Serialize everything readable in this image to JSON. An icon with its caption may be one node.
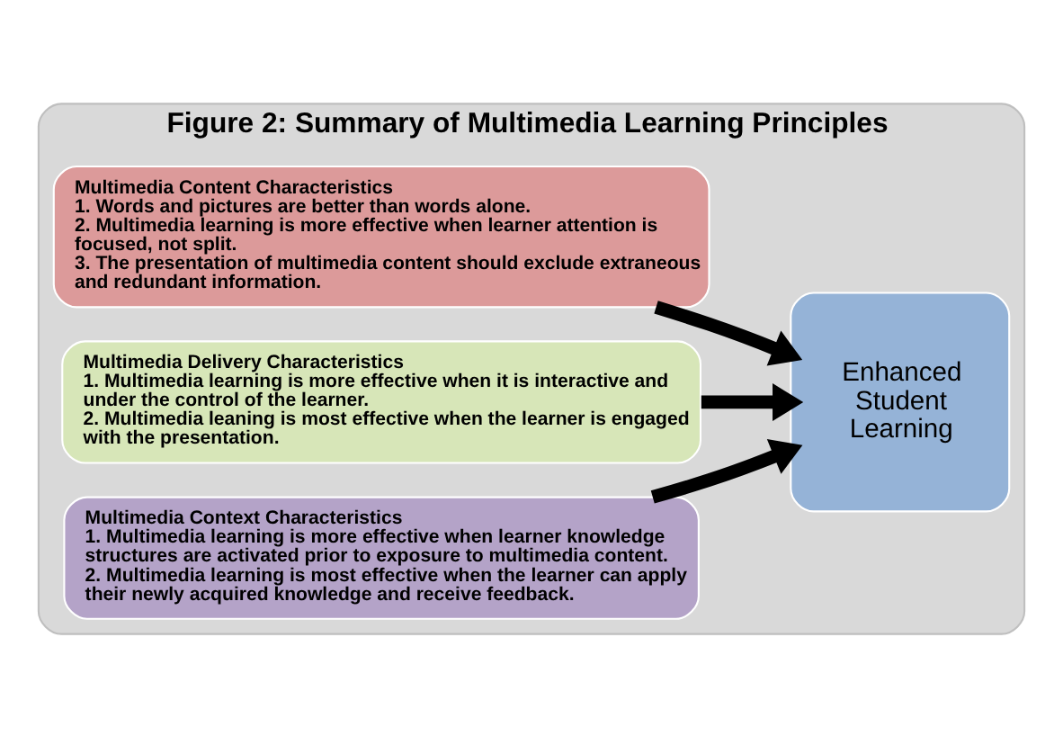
{
  "diagram": {
    "nodes": [
      {
        "text": [
          "Figure 2: Summary of Multimedia Learning Principles"
        ]
      },
      {
        "text": [
          "Multimedia Content Characteristics",
          "1. Words and pictures are better than words alone.",
          "2. Multimedia learning is more effective when learner attention is focused, not split.",
          "3. The presentation of multimedia content should exclude extraneous and redundant information."
        ],
        "in": 0
      },
      {
        "text": [
          "Multimedia Delivery Characteristics",
          "1. Multimedia learning is more effective when it is interactive and under the control of the learner.",
          "2. Multimedia leaning is most effective when the learner is engaged with the presentation."
        ],
        "in": 0
      },
      {
        "text": [
          "Multimedia Context Characteristics",
          "1. Multimedia learning is more effective when learner knowledge structures are activated prior to exposure to multimedia content.",
          "2. Multimedia learning is most effective when the learner can apply their newly acquired knowledge and receive feedback."
        ],
        "in": 0
      },
      {
        "text": [
          "Enhanced Student Learning"
        ],
        "in": 0
      }
    ],
    "edges": [
      {
        "from": 1,
        "to": 4,
        "arrow": "to"
      },
      {
        "from": 2,
        "to": 4,
        "arrow": "to"
      },
      {
        "from": 3,
        "to": 4,
        "arrow": "to"
      }
    ]
  }
}
